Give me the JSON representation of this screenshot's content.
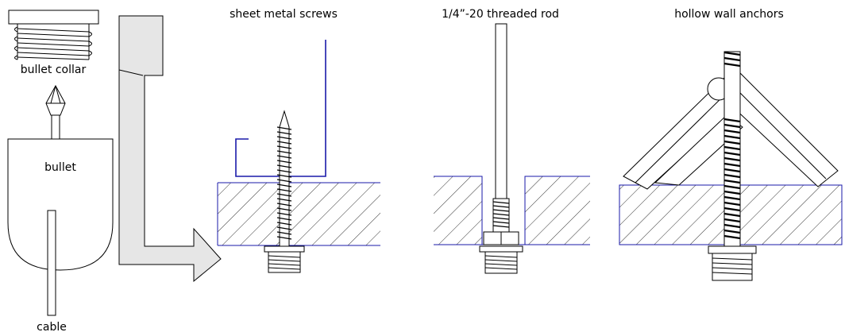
{
  "labels": {
    "bullet_collar": "bullet collar",
    "bullet": "bullet",
    "cable": "cable",
    "sheet_metal_screws": "sheet metal screws",
    "threaded_rod": "1/4”-20 threaded rod",
    "hollow_wall_anchors": "hollow wall anchors"
  },
  "colors": {
    "line": "#000000",
    "blue": "#1a1aaa",
    "arrow_fill": "#e6e6e6"
  }
}
